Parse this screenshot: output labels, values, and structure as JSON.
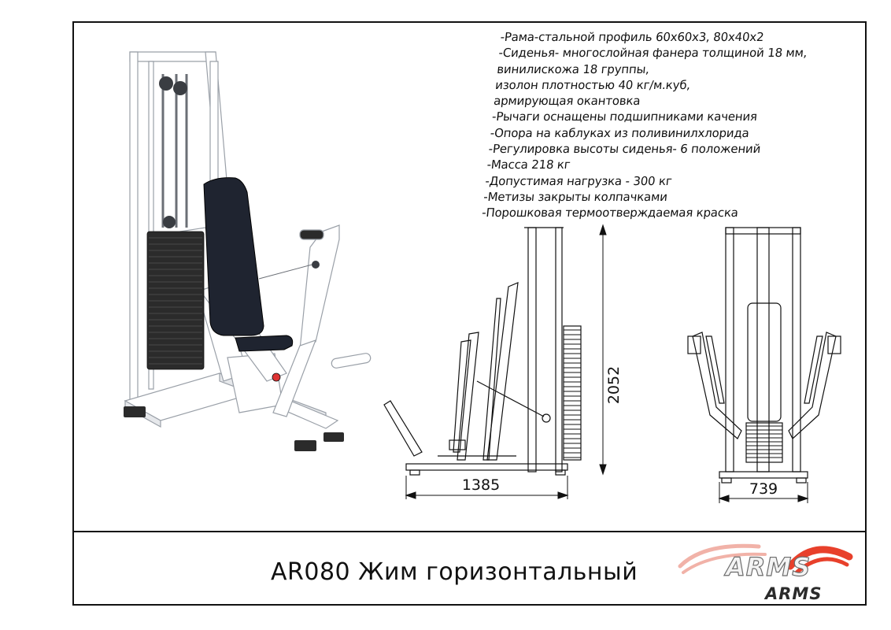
{
  "specs": [
    "-Рама-стальной профиль 60х60х3, 80х40х2",
    "-Сиденья- многослойная фанера толщиной 18 мм,",
    "винилискожа 18 группы,",
    "изолон плотностью 40 кг/м.куб,",
    "армирующая окантовка",
    "-Рычаги оснащены подшипниками качения",
    "-Опора на каблуках из поливинилхлорида",
    "-Регулировка высоты сиденья- 6 положений",
    "-Масса 218 кг",
    "-Допустимая нагрузка - 300 кг",
    "-Метизы закрыты колпачками",
    "-Порошковая термоотверждаемая краска"
  ],
  "dimensions": {
    "side_width": "1385",
    "height": "2052",
    "front_width": "739"
  },
  "title": "AR080 Жим  горизонтальный",
  "brand": {
    "name_large": "ARMS",
    "name_small": "ARMS",
    "swoosh_color": "#e8402b"
  },
  "colors": {
    "frame": "#ffffff",
    "seat": "#1f2430",
    "weights": "#2b2b2b",
    "line": "#111111"
  }
}
